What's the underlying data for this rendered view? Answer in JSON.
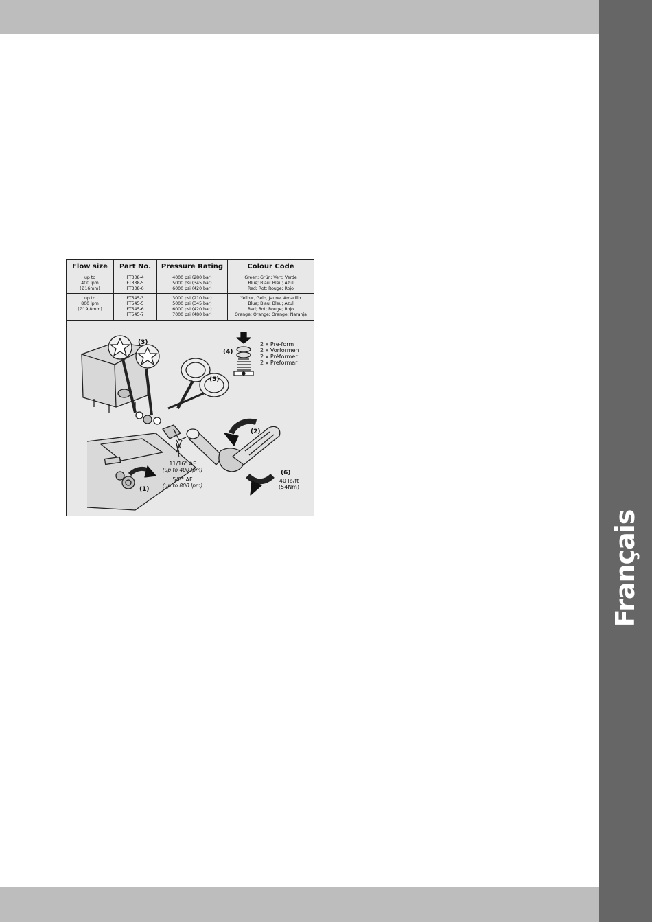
{
  "side_tab": {
    "label": "Français"
  },
  "table": {
    "headers": [
      "Flow size",
      "Part No.",
      "Pressure Rating",
      "Colour Code"
    ],
    "rows": [
      {
        "flow": [
          "up to",
          "400 lpm",
          "(Ø16mm)"
        ],
        "parts": [
          "FT338-4",
          "FT338-5",
          "FT338-6"
        ],
        "pressures": [
          "4000 psi (280 bar)",
          "5000 psi (345 bar)",
          "6000 psi (420 bar)"
        ],
        "colours": [
          "Green; Grün; Vert; Verde",
          "Blue; Blau; Bleu; Azul",
          "Red; Rot; Rouge; Rojo"
        ]
      },
      {
        "flow": [
          "up to",
          "800 lpm",
          "(Ø19,8mm)"
        ],
        "parts": [
          "FT545-3",
          "FT545-5",
          "FT545-6",
          "FT545-7"
        ],
        "pressures": [
          "3000 psi (210 bar)",
          "5000 psi (345 bar)",
          "6000 psi (420 bar)",
          "7000 psi (480 bar)"
        ],
        "colours": [
          "Yellow, Gelb, Jaune, Amarillo",
          "Blue; Blau; Bleu; Azul",
          "Red; Rot; Rouge; Rojo",
          "Orange; Orange; Orange; Naranja"
        ]
      }
    ]
  },
  "diagram": {
    "callout_1": "(1)",
    "callout_2": "(2)",
    "callout_3": "(3)",
    "callout_4": "(4)",
    "callout_5": "(5)",
    "callout_6": "(6)",
    "preform_lines": [
      "2 x Pre-form",
      "2 x Vorformen",
      "2 x Préformer",
      "2 x Preformar"
    ],
    "spanner_small": "11/16\" AF",
    "spanner_small_note": "(up to 400 lpm)",
    "spanner_large": "5/8\" AF",
    "spanner_large_note": "(up to 800 lpm)",
    "torque_value": "40 lb/ft",
    "torque_metric": "(54Nm)"
  }
}
